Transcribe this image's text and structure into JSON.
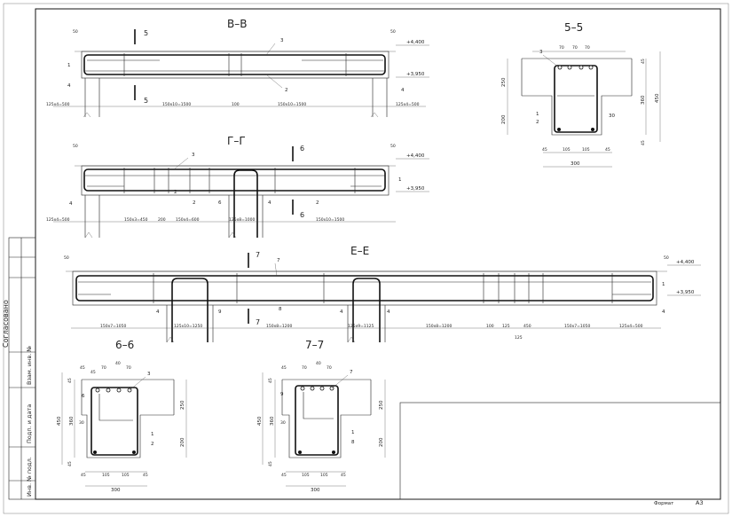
{
  "sheet": {
    "format_label": "Формат",
    "format_value": "А3",
    "side_stamp": [
      "Согласовано",
      "Взам. инв. №",
      "Подп. и дата",
      "Инв. № подл."
    ]
  },
  "sections": {
    "bb": {
      "title": "В–В",
      "cut_marks": [
        "5",
        "5"
      ],
      "elev_top": "+4,400",
      "elev_bot": "+3,950",
      "callouts": [
        "3",
        "1",
        "4",
        "2",
        "4"
      ],
      "dims": [
        "125x4=500",
        "150x10=1500",
        "100",
        "150x10=1500",
        "125x4=500"
      ],
      "edge_marks": [
        "50",
        "50"
      ]
    },
    "gg": {
      "title": "Г–Г",
      "cut_marks": [
        "6",
        "6"
      ],
      "elev_top": "+4,400",
      "elev_bot": "+3,950",
      "callouts": [
        "3",
        "1",
        "4",
        "2",
        "6",
        "4",
        "2",
        "2"
      ],
      "dims": [
        "125x4=500",
        "150x3=450",
        "200",
        "150x4=600",
        "125x8=1000",
        "150x10=1500"
      ],
      "edge_marks": [
        "50",
        "50"
      ]
    },
    "ee": {
      "title": "Е–Е",
      "cut_marks": [
        "7",
        "7"
      ],
      "elev_top": "+4,400",
      "elev_bot": "+3,950",
      "callouts": [
        "7",
        "1",
        "4",
        "9",
        "8",
        "4",
        "4",
        "4"
      ],
      "dims": [
        "150x7=1050",
        "125x10=1250",
        "150x8=1200",
        "125x9=1125",
        "150x8=1200",
        "100",
        "125",
        "450",
        "150x7=1050",
        "125x4=500",
        "125"
      ],
      "edge_marks": [
        "50",
        "50"
      ]
    },
    "s55": {
      "title": "5–5",
      "dims_top": [
        "70",
        "70",
        "70"
      ],
      "dims_bottom": [
        "45",
        "105",
        "105",
        "45"
      ],
      "total": "300",
      "left_dims": [
        "250",
        "200"
      ],
      "right_dims": [
        "45",
        "360",
        "450",
        "45"
      ],
      "callouts": [
        "3",
        "1",
        "2",
        "30"
      ]
    },
    "s66": {
      "title": "6–6",
      "dims_top": [
        "45",
        "70",
        "40",
        "70",
        "45"
      ],
      "dims_bottom": [
        "45",
        "105",
        "105",
        "45"
      ],
      "total": "300",
      "left_dims": [
        "45",
        "360",
        "450",
        "30",
        "45"
      ],
      "right_dims": [
        "250",
        "200"
      ],
      "callouts": [
        "3",
        "6",
        "1",
        "2"
      ]
    },
    "s77": {
      "title": "7–7",
      "dims_top": [
        "45",
        "70",
        "40",
        "70"
      ],
      "dims_bottom": [
        "45",
        "105",
        "105",
        "45"
      ],
      "total": "300",
      "left_dims": [
        "45",
        "360",
        "450",
        "30",
        "45"
      ],
      "right_dims": [
        "250",
        "200"
      ],
      "callouts": [
        "7",
        "9",
        "1",
        "8"
      ]
    }
  }
}
